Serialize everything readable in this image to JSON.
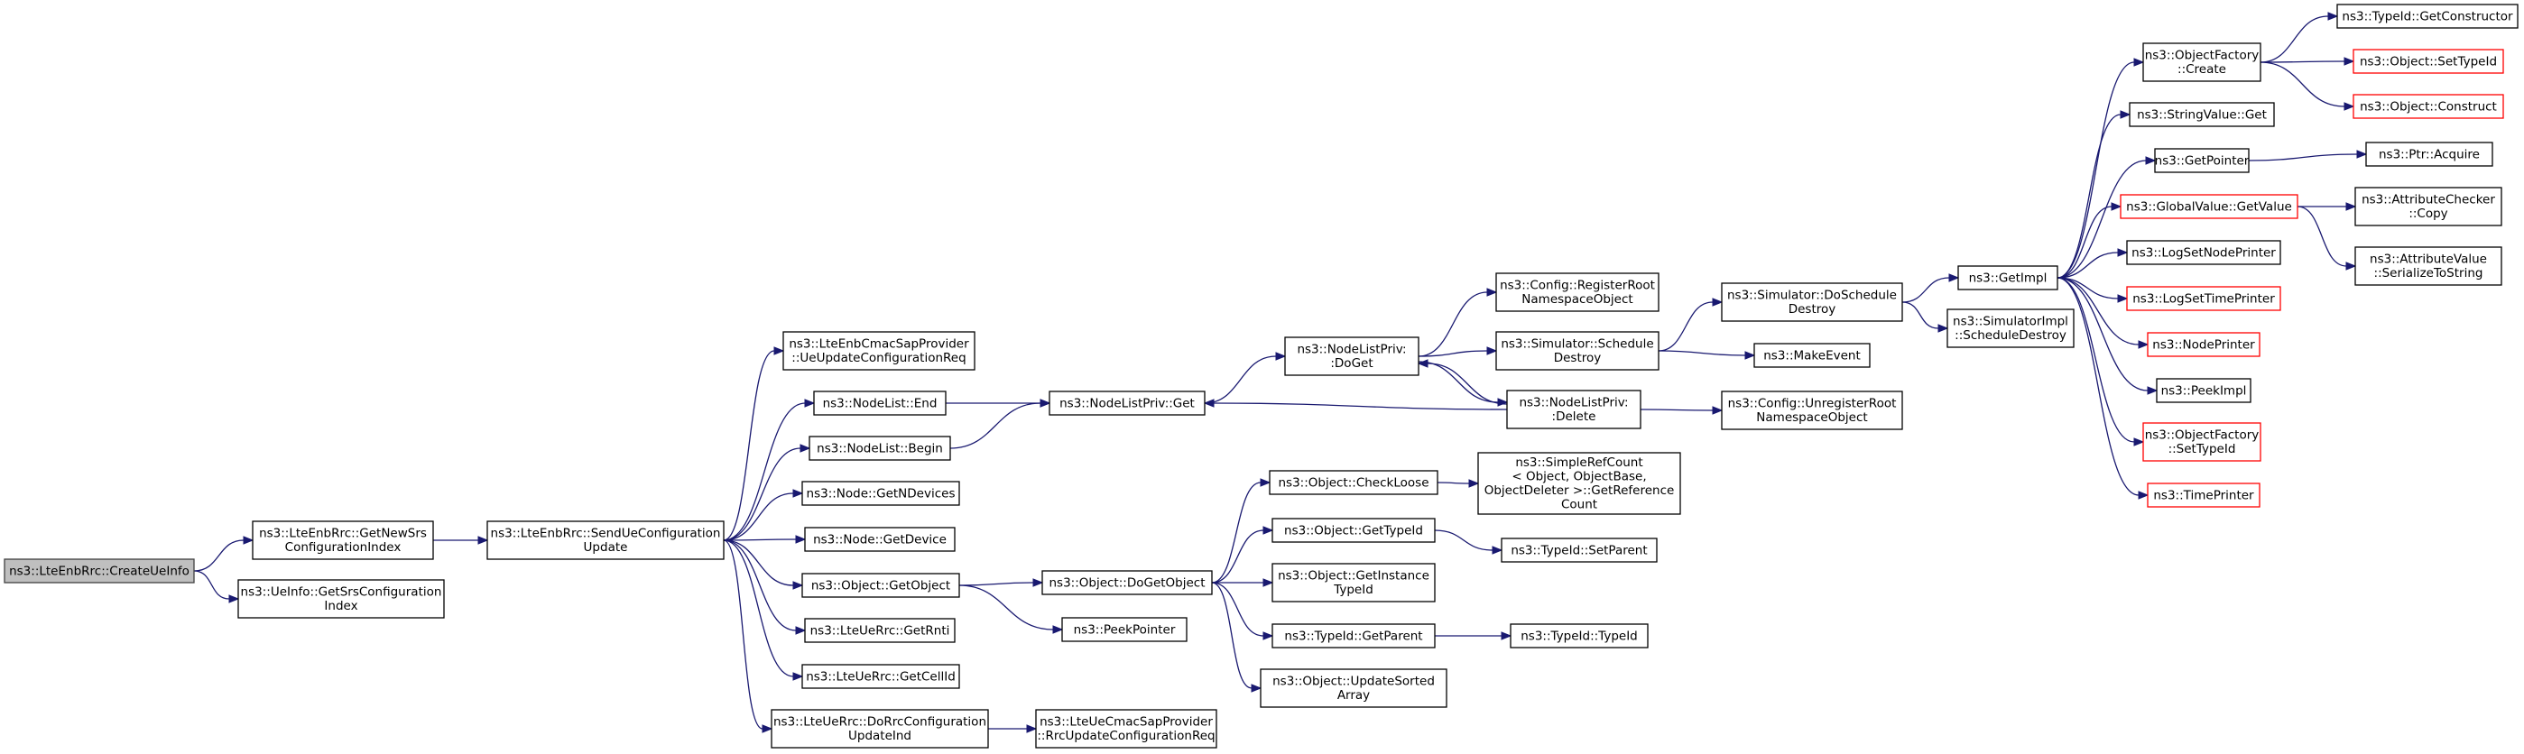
{
  "colors": {
    "edge": "#191970",
    "node_border": "#000000",
    "node_border_red": "#ff0000",
    "root_fill": "#bfbfbf"
  },
  "nodes": [
    {
      "id": "create_ue_info",
      "lines": [
        "ns3::LteEnbRrc::CreateUeInfo"
      ],
      "root": true
    },
    {
      "id": "get_new_srs",
      "lines": [
        "ns3::LteEnbRrc::GetNewSrs",
        "ConfigurationIndex"
      ]
    },
    {
      "id": "ueinfo_get_srs",
      "lines": [
        "ns3::UeInfo::GetSrsConfiguration",
        "Index"
      ]
    },
    {
      "id": "send_ue_config",
      "lines": [
        "ns3::LteEnbRrc::SendUeConfiguration",
        "Update"
      ]
    },
    {
      "id": "cmac_ue_update",
      "lines": [
        "ns3::LteEnbCmacSapProvider",
        "::UeUpdateConfigurationReq"
      ]
    },
    {
      "id": "nodelist_end",
      "lines": [
        "ns3::NodeList::End"
      ]
    },
    {
      "id": "nodelist_begin",
      "lines": [
        "ns3::NodeList::Begin"
      ]
    },
    {
      "id": "node_getndevices",
      "lines": [
        "ns3::Node::GetNDevices"
      ]
    },
    {
      "id": "node_getdevice",
      "lines": [
        "ns3::Node::GetDevice"
      ]
    },
    {
      "id": "object_getobject",
      "lines": [
        "ns3::Object::GetObject"
      ]
    },
    {
      "id": "lteuerrc_getrnti",
      "lines": [
        "ns3::LteUeRrc::GetRnti"
      ]
    },
    {
      "id": "lteuerrc_getcellid",
      "lines": [
        "ns3::LteUeRrc::GetCellId"
      ]
    },
    {
      "id": "lteuerrc_dorrc",
      "lines": [
        "ns3::LteUeRrc::DoRrcConfiguration",
        "UpdateInd"
      ]
    },
    {
      "id": "nodelistpriv_get",
      "lines": [
        "ns3::NodeListPriv::Get"
      ]
    },
    {
      "id": "nodelistpriv_doget",
      "lines": [
        "ns3::NodeListPriv:",
        ":DoGet"
      ]
    },
    {
      "id": "config_register",
      "lines": [
        "ns3::Config::RegisterRoot",
        "NamespaceObject"
      ]
    },
    {
      "id": "simulator_schedule_destroy",
      "lines": [
        "ns3::Simulator::Schedule",
        "Destroy"
      ]
    },
    {
      "id": "nodelistpriv_delete",
      "lines": [
        "ns3::NodeListPriv:",
        ":Delete"
      ]
    },
    {
      "id": "simulator_doschedule_destroy",
      "lines": [
        "ns3::Simulator::DoSchedule",
        "Destroy"
      ]
    },
    {
      "id": "make_event",
      "lines": [
        "ns3::MakeEvent"
      ]
    },
    {
      "id": "config_unregister",
      "lines": [
        "ns3::Config::UnregisterRoot",
        "NamespaceObject"
      ]
    },
    {
      "id": "getimpl",
      "lines": [
        "ns3::GetImpl"
      ]
    },
    {
      "id": "simimpl_schedule_destroy",
      "lines": [
        "ns3::SimulatorImpl",
        "::ScheduleDestroy"
      ]
    },
    {
      "id": "object_dogetobject",
      "lines": [
        "ns3::Object::DoGetObject"
      ]
    },
    {
      "id": "peek_pointer",
      "lines": [
        "ns3::PeekPointer"
      ]
    },
    {
      "id": "object_checkloose",
      "lines": [
        "ns3::Object::CheckLoose"
      ]
    },
    {
      "id": "simplerefcount_get",
      "lines": [
        "ns3::SimpleRefCount",
        "< Object, ObjectBase,",
        " ObjectDeleter >::GetReference",
        "Count"
      ]
    },
    {
      "id": "object_gettypeid",
      "lines": [
        "ns3::Object::GetTypeId"
      ]
    },
    {
      "id": "object_getinstance",
      "lines": [
        "ns3::Object::GetInstance",
        "TypeId"
      ]
    },
    {
      "id": "typeid_getparent",
      "lines": [
        "ns3::TypeId::GetParent"
      ]
    },
    {
      "id": "object_updatesorted",
      "lines": [
        "ns3::Object::UpdateSorted",
        "Array"
      ]
    },
    {
      "id": "typeid_setparent",
      "lines": [
        "ns3::TypeId::SetParent"
      ]
    },
    {
      "id": "typeid_typeid",
      "lines": [
        "ns3::TypeId::TypeId"
      ]
    },
    {
      "id": "cmac_rrc_update",
      "lines": [
        "ns3::LteUeCmacSapProvider",
        "::RrcUpdateConfigurationReq"
      ]
    },
    {
      "id": "objectfactory_create",
      "lines": [
        "ns3::ObjectFactory",
        "::Create"
      ]
    },
    {
      "id": "stringvalue_get",
      "lines": [
        "ns3::StringValue::Get"
      ]
    },
    {
      "id": "getpointer",
      "lines": [
        "ns3::GetPointer"
      ]
    },
    {
      "id": "globalvalue_getvalue",
      "lines": [
        "ns3::GlobalValue::GetValue"
      ],
      "red": true
    },
    {
      "id": "logsetnodeprinter",
      "lines": [
        "ns3::LogSetNodePrinter"
      ]
    },
    {
      "id": "logsettimeprinter",
      "lines": [
        "ns3::LogSetTimePrinter"
      ],
      "red": true
    },
    {
      "id": "nodeprinter",
      "lines": [
        "ns3::NodePrinter"
      ],
      "red": true
    },
    {
      "id": "peekimpl",
      "lines": [
        "ns3::PeekImpl"
      ]
    },
    {
      "id": "objectfactory_settypeid",
      "lines": [
        "ns3::ObjectFactory",
        "::SetTypeId"
      ],
      "red": true
    },
    {
      "id": "timeprinter",
      "lines": [
        "ns3::TimePrinter"
      ],
      "red": true
    },
    {
      "id": "typeid_getconstructor",
      "lines": [
        "ns3::TypeId::GetConstructor"
      ]
    },
    {
      "id": "object_settypeid",
      "lines": [
        "ns3::Object::SetTypeId"
      ],
      "red": true
    },
    {
      "id": "object_construct",
      "lines": [
        "ns3::Object::Construct"
      ],
      "red": true
    },
    {
      "id": "ptr_acquire",
      "lines": [
        "ns3::Ptr::Acquire"
      ]
    },
    {
      "id": "attributechecker_copy",
      "lines": [
        "ns3::AttributeChecker",
        "::Copy"
      ]
    },
    {
      "id": "attributevalue_serialize",
      "lines": [
        "ns3::AttributeValue",
        "::SerializeToString"
      ]
    }
  ],
  "edges": [
    [
      "create_ue_info",
      "get_new_srs"
    ],
    [
      "create_ue_info",
      "ueinfo_get_srs"
    ],
    [
      "get_new_srs",
      "send_ue_config"
    ],
    [
      "send_ue_config",
      "cmac_ue_update"
    ],
    [
      "send_ue_config",
      "nodelist_end"
    ],
    [
      "send_ue_config",
      "nodelist_begin"
    ],
    [
      "send_ue_config",
      "node_getndevices"
    ],
    [
      "send_ue_config",
      "node_getdevice"
    ],
    [
      "send_ue_config",
      "object_getobject"
    ],
    [
      "send_ue_config",
      "lteuerrc_getrnti"
    ],
    [
      "send_ue_config",
      "lteuerrc_getcellid"
    ],
    [
      "send_ue_config",
      "lteuerrc_dorrc"
    ],
    [
      "nodelist_end",
      "nodelistpriv_get"
    ],
    [
      "nodelist_begin",
      "nodelistpriv_get"
    ],
    [
      "nodelistpriv_get",
      "nodelistpriv_doget"
    ],
    [
      "nodelistpriv_doget",
      "config_register"
    ],
    [
      "nodelistpriv_doget",
      "simulator_schedule_destroy"
    ],
    [
      "nodelistpriv_doget",
      "nodelistpriv_delete"
    ],
    [
      "nodelistpriv_delete",
      "nodelistpriv_doget"
    ],
    [
      "nodelistpriv_delete",
      "nodelistpriv_get"
    ],
    [
      "nodelistpriv_delete",
      "config_unregister"
    ],
    [
      "simulator_schedule_destroy",
      "simulator_doschedule_destroy"
    ],
    [
      "simulator_schedule_destroy",
      "make_event"
    ],
    [
      "simulator_doschedule_destroy",
      "getimpl"
    ],
    [
      "simulator_doschedule_destroy",
      "simimpl_schedule_destroy"
    ],
    [
      "object_getobject",
      "object_dogetobject"
    ],
    [
      "object_getobject",
      "peek_pointer"
    ],
    [
      "object_dogetobject",
      "object_checkloose"
    ],
    [
      "object_dogetobject",
      "object_gettypeid"
    ],
    [
      "object_dogetobject",
      "object_getinstance"
    ],
    [
      "object_dogetobject",
      "typeid_getparent"
    ],
    [
      "object_dogetobject",
      "object_updatesorted"
    ],
    [
      "object_checkloose",
      "simplerefcount_get"
    ],
    [
      "object_gettypeid",
      "typeid_setparent"
    ],
    [
      "typeid_getparent",
      "typeid_typeid"
    ],
    [
      "lteuerrc_dorrc",
      "cmac_rrc_update"
    ],
    [
      "getimpl",
      "objectfactory_create"
    ],
    [
      "getimpl",
      "stringvalue_get"
    ],
    [
      "getimpl",
      "getpointer"
    ],
    [
      "getimpl",
      "globalvalue_getvalue"
    ],
    [
      "getimpl",
      "logsetnodeprinter"
    ],
    [
      "getimpl",
      "logsettimeprinter"
    ],
    [
      "getimpl",
      "nodeprinter"
    ],
    [
      "getimpl",
      "peekimpl"
    ],
    [
      "getimpl",
      "objectfactory_settypeid"
    ],
    [
      "getimpl",
      "timeprinter"
    ],
    [
      "objectfactory_create",
      "typeid_getconstructor"
    ],
    [
      "objectfactory_create",
      "object_settypeid"
    ],
    [
      "objectfactory_create",
      "object_construct"
    ],
    [
      "getpointer",
      "ptr_acquire"
    ],
    [
      "globalvalue_getvalue",
      "attributechecker_copy"
    ],
    [
      "globalvalue_getvalue",
      "attributevalue_serialize"
    ]
  ]
}
